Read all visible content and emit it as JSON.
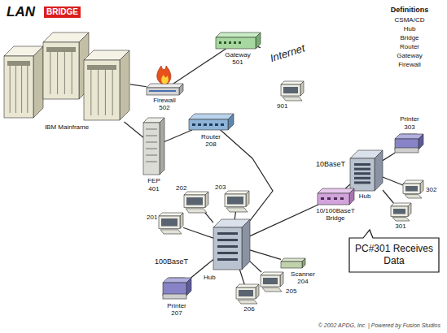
{
  "diagram": {
    "title": "LAN",
    "caption": "© 2002 APDG, Inc. | Powered by Fusion Studios",
    "nodes": [
      {
        "text": [
          "IBM Mainframe"
        ]
      },
      {
        "text": [
          "Firewall",
          "502"
        ]
      },
      {
        "text": [
          "Gateway",
          "501"
        ]
      },
      {
        "text": [
          "Internet"
        ]
      },
      {
        "text": [
          "901"
        ],
        "in": 3
      },
      {
        "text": [
          "FEP",
          "401"
        ]
      },
      {
        "text": [
          "Router",
          "208"
        ]
      },
      {
        "text": [
          "10BaseT"
        ]
      },
      {
        "text": [
          "Hub"
        ],
        "in": 7
      },
      {
        "text": [
          "Printer",
          "303"
        ],
        "in": 7
      },
      {
        "text": [
          "302"
        ],
        "in": 7
      },
      {
        "text": [
          "301"
        ],
        "in": 7
      },
      {
        "text": [
          "10/100BaseT",
          "Bridge"
        ]
      },
      {
        "text": [
          "100BaseT"
        ]
      },
      {
        "text": [
          "201"
        ],
        "in": 13
      },
      {
        "text": [
          "202"
        ],
        "in": 13
      },
      {
        "text": [
          "203"
        ],
        "in": 13
      },
      {
        "text": [
          "Hub"
        ],
        "in": 13
      },
      {
        "text": [
          "Scanner",
          "204"
        ],
        "in": 13
      },
      {
        "text": [
          "205"
        ],
        "in": 13
      },
      {
        "text": [
          "206"
        ],
        "in": 13
      },
      {
        "text": [
          "Printer",
          "207"
        ],
        "in": 13
      },
      {
        "text": [
          "PC#301 Receives Data"
        ]
      }
    ],
    "edges": [
      {
        "from": 0,
        "to": 1,
        "arrow": "none"
      },
      {
        "from": 1,
        "to": 2,
        "arrow": "none"
      },
      {
        "from": 2,
        "to": 3,
        "arrow": "none"
      },
      {
        "from": 0,
        "to": 5,
        "arrow": "none"
      },
      {
        "from": 5,
        "to": 6,
        "arrow": "none"
      },
      {
        "from": 6,
        "to": 17,
        "arrow": "none"
      },
      {
        "from": 17,
        "to": 12,
        "arrow": "none"
      },
      {
        "from": 12,
        "to": 8,
        "arrow": "none"
      },
      {
        "from": 8,
        "to": 9,
        "arrow": "none"
      },
      {
        "from": 8,
        "to": 10,
        "arrow": "none"
      },
      {
        "from": 8,
        "to": 11,
        "arrow": "none"
      },
      {
        "from": 17,
        "to": 14,
        "arrow": "none"
      },
      {
        "from": 17,
        "to": 15,
        "arrow": "none"
      },
      {
        "from": 17,
        "to": 16,
        "arrow": "none"
      },
      {
        "from": 17,
        "to": 18,
        "arrow": "none"
      },
      {
        "from": 17,
        "to": 19,
        "arrow": "none"
      },
      {
        "from": 17,
        "to": 20,
        "arrow": "none"
      },
      {
        "from": 17,
        "to": 21,
        "arrow": "none"
      }
    ],
    "labels": [
      "BRIDGE",
      "Definitions",
      "CSMA/CD",
      "Hub",
      "Bridge",
      "Router",
      "Gateway",
      "Firewall"
    ]
  }
}
